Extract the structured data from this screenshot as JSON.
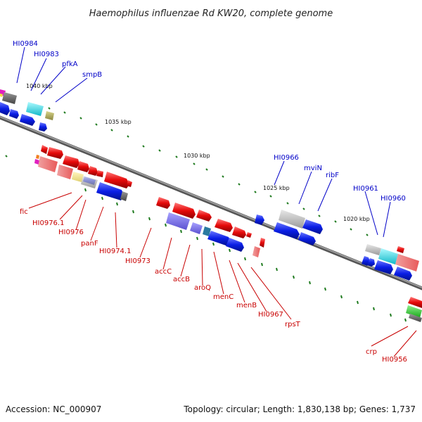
{
  "title": "Haemophilus influenzae Rd KW20, complete genome",
  "accession": "Accession: NC_000907",
  "topology": "Topology: circular; Length: 1,830,138 bp; Genes: 1,737",
  "ticks": [
    "1040 kbp",
    "1035 kbp",
    "1030 kbp",
    "1025 kbp",
    "1020 kbp"
  ],
  "genes_top": [
    "HI0984",
    "HI0983",
    "pfkA",
    "smpB",
    "HI0966",
    "mviN",
    "ribF",
    "HI0961",
    "HI0960"
  ],
  "genes_bottom": [
    "fic",
    "HI0976.1",
    "HI0976",
    "panF",
    "HI0974.1",
    "HI0973",
    "accC",
    "accB",
    "aroQ",
    "menC",
    "menB",
    "HI0967",
    "rpsT",
    "crp",
    "HI0956"
  ],
  "colors": {
    "backbone": "#7f7f7f",
    "label_top": "#0000c8",
    "label_bottom": "#c80000",
    "cds_blue": "#0a1ee6",
    "cds_red": "#e60a0a",
    "tick": "#1e7a1e"
  }
}
